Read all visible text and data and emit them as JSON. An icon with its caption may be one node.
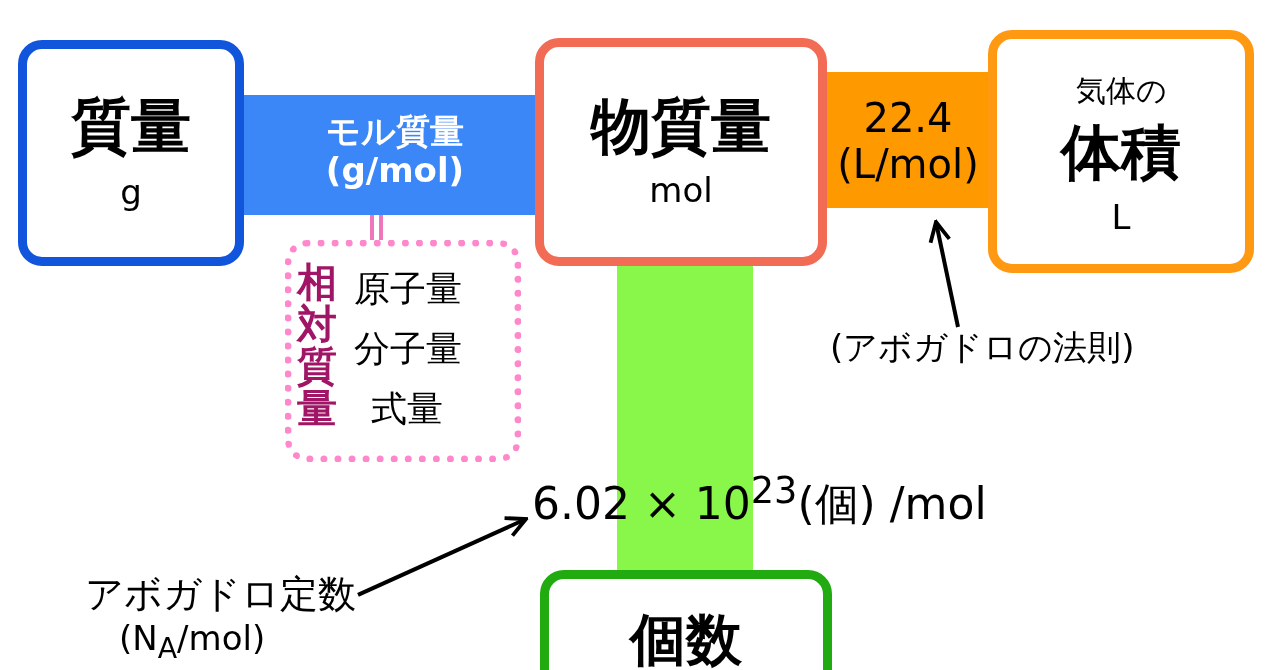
{
  "diagram": {
    "nodes": [
      {
        "text": [
          "質量",
          "g"
        ]
      },
      {
        "text": [
          "物質量",
          "mol"
        ]
      },
      {
        "text": [
          "気体の",
          "体積",
          "L"
        ]
      },
      {
        "text": [
          "個数"
        ]
      },
      {
        "text": [
          "相対質量",
          "原子量",
          "分子量",
          "式量"
        ]
      },
      {
        "text": [
          "(アボガドロの法則)"
        ]
      },
      {
        "text": [
          "アボガドロ定数",
          "(N$_{A}$/mol)"
        ]
      }
    ],
    "edges": [
      {
        "from": 0,
        "to": 1,
        "arrow": "none",
        "style": "thick",
        "color": "#3c87f7",
        "label": "モル質量 (g/mol)"
      },
      {
        "from": 1,
        "to": 2,
        "arrow": "none",
        "style": "thick",
        "color": "#ff9900",
        "label": "22.4 (L/mol)"
      },
      {
        "from": 1,
        "to": 3,
        "arrow": "none",
        "style": "thick",
        "color": "#88f74a",
        "label": "6.02 × 10$^{23}$(個) /mol"
      },
      {
        "from": 4,
        "to": null,
        "arrow": "none",
        "color": "#ee77bb"
      },
      {
        "from": 5,
        "to": null,
        "arrow": "to"
      },
      {
        "from": 6,
        "to": null,
        "arrow": "to"
      }
    ]
  }
}
